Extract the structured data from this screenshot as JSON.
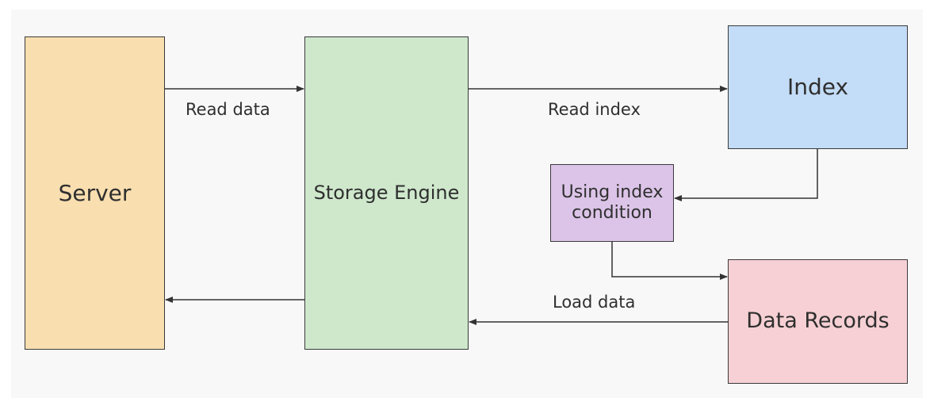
{
  "nodes": {
    "server": "Server",
    "storage_engine": "Storage Engine",
    "index": "Index",
    "using_index_condition": "Using index condition",
    "data_records": "Data Records"
  },
  "edges": {
    "read_data": "Read data",
    "read_index": "Read index",
    "load_data": "Load data"
  },
  "colors": {
    "server": "#f9deb0",
    "storage_engine": "#cfe8cc",
    "index": "#c3dcf7",
    "using_index_condition": "#dcc4e8",
    "data_records": "#f6d0d4",
    "background": "#f8f8f8"
  }
}
